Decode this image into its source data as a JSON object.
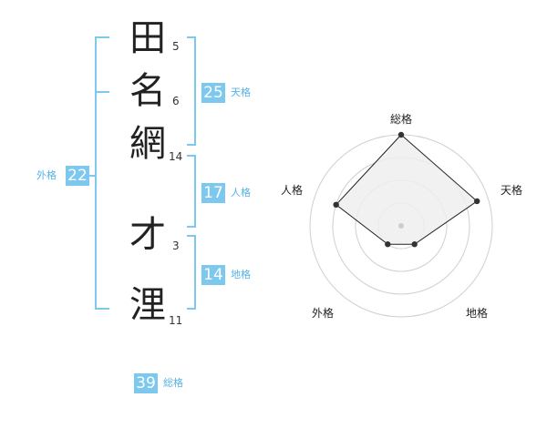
{
  "name": {
    "chars": [
      {
        "char": "田",
        "strokes": "5"
      },
      {
        "char": "名",
        "strokes": "6"
      },
      {
        "char": "網",
        "strokes": "14"
      },
      {
        "char": "才",
        "strokes": "3"
      },
      {
        "char": "浬",
        "strokes": "11"
      }
    ]
  },
  "fortune": {
    "tenkaku": {
      "value": "25",
      "label": "天格"
    },
    "jinkaku": {
      "value": "17",
      "label": "人格"
    },
    "chikaku": {
      "value": "14",
      "label": "地格"
    },
    "gaikaku": {
      "value": "22",
      "label": "外格"
    },
    "soukaku": {
      "value": "39",
      "label": "総格"
    }
  },
  "chart_data": {
    "type": "radar",
    "axes": [
      "総格",
      "天格",
      "地格",
      "外格",
      "人格"
    ],
    "values": [
      4,
      3.5,
      1,
      1,
      3
    ],
    "rmax": 4,
    "rings": 4,
    "fill": "#eeeeee",
    "stroke": "#222222"
  },
  "colors": {
    "accent": "#7cc8ef",
    "label": "#55b3e8"
  }
}
